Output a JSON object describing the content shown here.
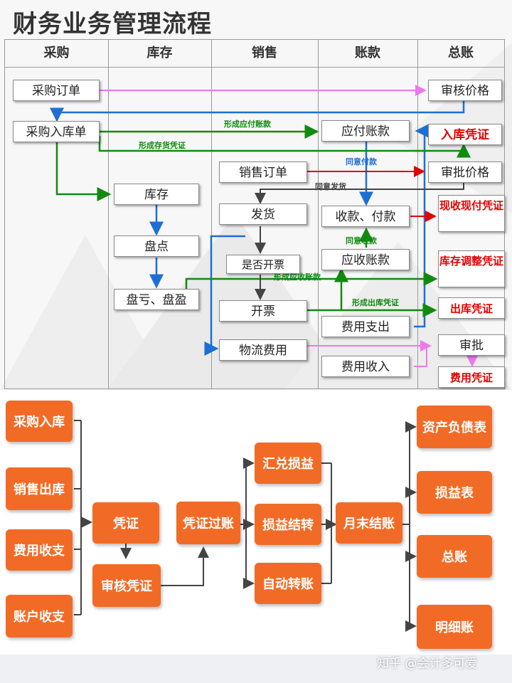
{
  "title": "财务业务管理流程",
  "lanes": [
    "采购",
    "库存",
    "销售",
    "账款",
    "总账"
  ],
  "boxes": {
    "purchase_order": "采购订单",
    "purchase_receipt": "采购入库单",
    "inventory": "库存",
    "stocktake": "盘点",
    "loss_gain": "盘亏、盘盈",
    "sales_order": "销售订单",
    "shipping": "发货",
    "invoice_question": "是否开票",
    "invoicing": "开票",
    "logistics_cost": "物流费用",
    "payable": "应付账款",
    "collect_pay": "收款、付款",
    "receivable": "应收账款",
    "expense_out": "费用支出",
    "expense_in": "费用收入",
    "review_price": "审核价格",
    "inbound_voucher": "入库凭证",
    "approve_price": "审批价格",
    "cash_voucher": "现收现付凭证",
    "stock_adjust_voucher": "库存调整凭证",
    "outbound_voucher": "出库凭证",
    "approve": "审批",
    "expense_voucher": "费用凭证"
  },
  "edge_labels": {
    "form_payable": "形成应付账款",
    "form_inventory_voucher": "形成存货凭证",
    "agree_pay": "同意付款",
    "agree_ship": "同意发货",
    "agree_collect": "同意收款",
    "form_receivable": "形成应收账款",
    "form_outbound_voucher": "形成出库凭证"
  },
  "ledger": {
    "sources": [
      "采购入库",
      "销售出库",
      "费用收支",
      "账户收支"
    ],
    "voucher": "凭证",
    "review_voucher": "审核凭证",
    "post_voucher": "凭证过账",
    "steps": [
      "汇兑损益",
      "损益结转",
      "自动转账"
    ],
    "month_end": "月末结账",
    "reports": [
      "资产负债表",
      "损益表",
      "总账",
      "明细账"
    ]
  },
  "watermark": "知乎 @会计多可爱",
  "colors": {
    "orange": "#f26b26",
    "green_arrow": "#118a11",
    "blue_arrow": "#1d6fd4",
    "pink_arrow": "#ee77ee",
    "red_arrow": "#e00000",
    "red_text": "#e00000"
  }
}
